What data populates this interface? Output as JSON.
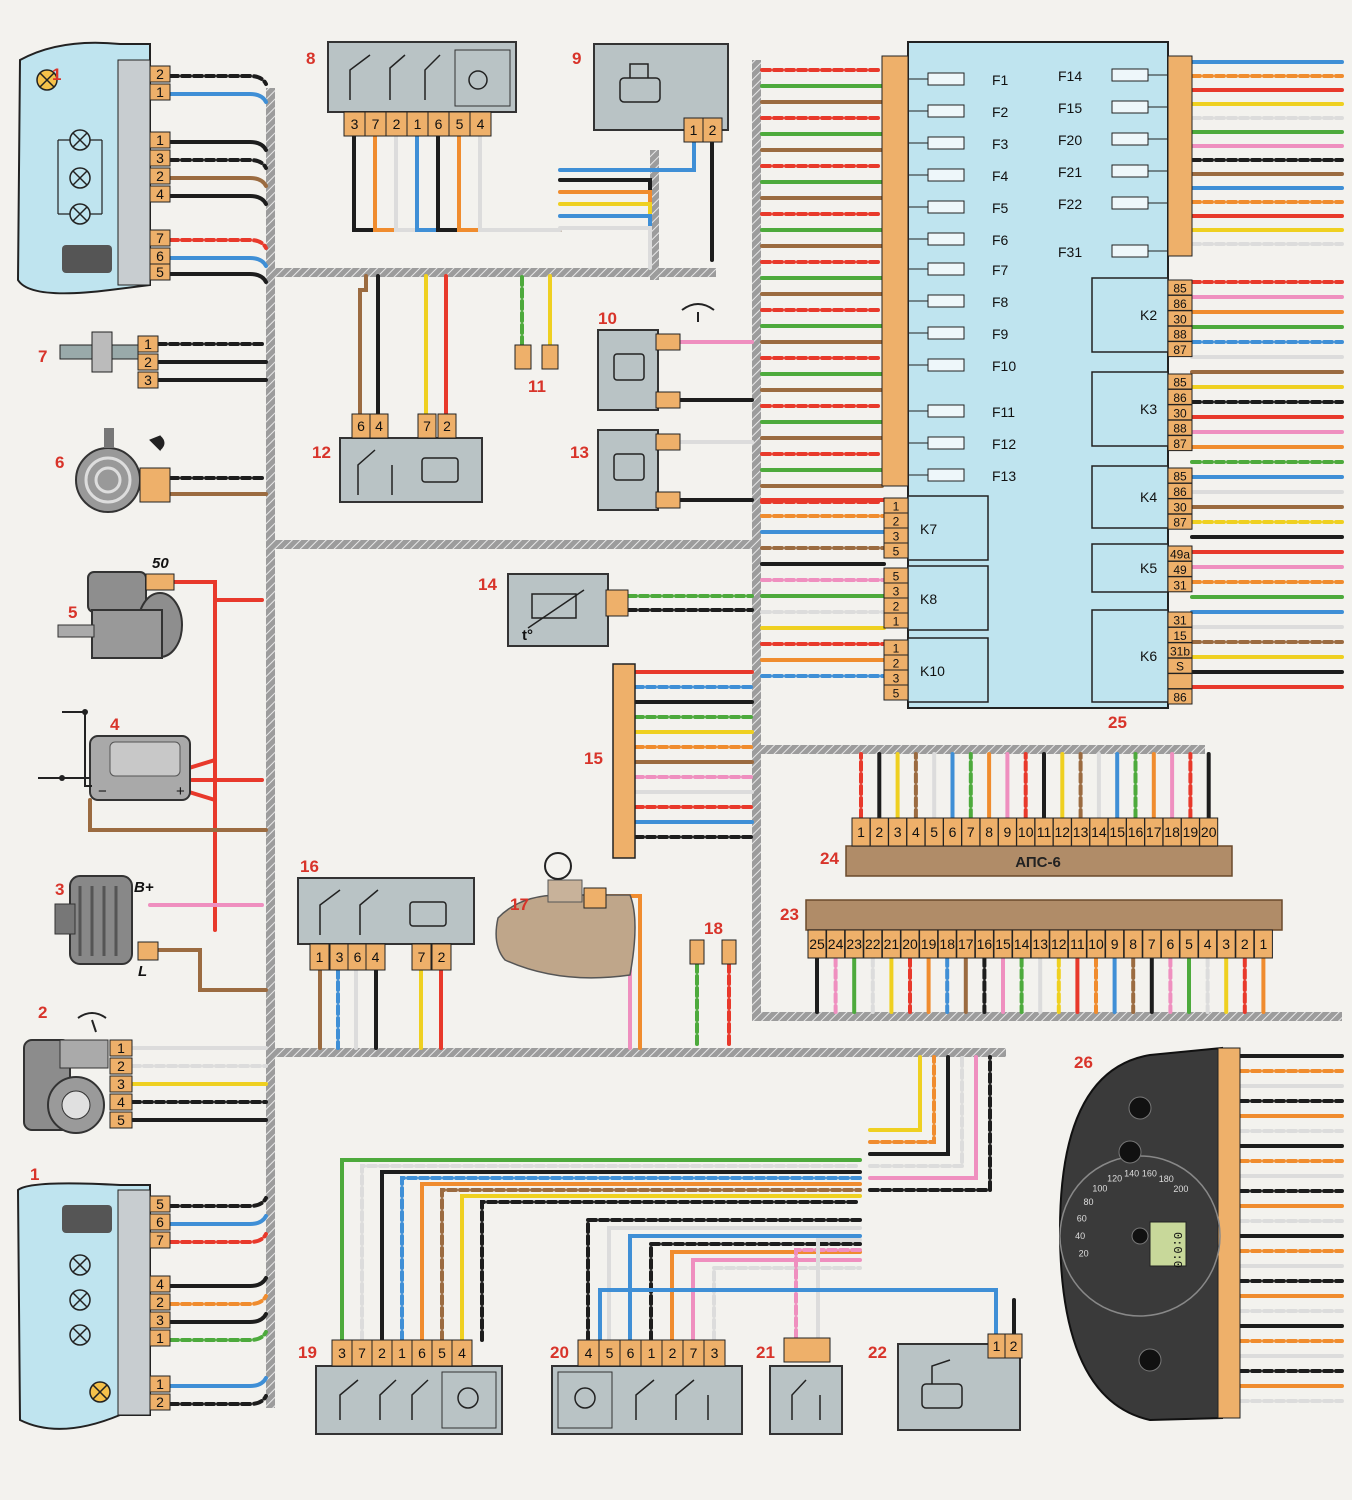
{
  "colors": {
    "panel_blue": "#bfe4ef",
    "module_gray": "#b9c3c5",
    "pin_orange": "#eeb06a",
    "connector_brown": "#c09a74",
    "harness_gray": "#8a8a8a",
    "label_red": "#d8342a",
    "wire_red": "#e8392b",
    "wire_blue": "#3f8fd6",
    "wire_black": "#1d1d1d",
    "wire_green": "#4daa3c",
    "wire_yellow": "#efd020",
    "wire_orange": "#f08c2e",
    "wire_brown": "#9b6b40",
    "wire_pink": "#ef8fbf",
    "wire_white": "#dcdcdc"
  },
  "components": {
    "headlamp_left_top": {
      "num": "1",
      "pins": [
        "2",
        "1",
        "1",
        "3",
        "2",
        "4",
        "7",
        "6",
        "5"
      ]
    },
    "sensor_7": {
      "num": "7",
      "pins": [
        "1",
        "2",
        "3"
      ]
    },
    "horn_6": {
      "num": "6"
    },
    "starter_5": {
      "num": "5",
      "terminal": "50"
    },
    "battery_4": {
      "num": "4",
      "minus": "−",
      "plus": "+"
    },
    "generator_3": {
      "num": "3",
      "terminal_b": "B+",
      "terminal_l": "L"
    },
    "wiper_motor_2": {
      "num": "2",
      "pins": [
        "1",
        "2",
        "3",
        "4",
        "5"
      ]
    },
    "headlamp_left_bottom": {
      "num": "1",
      "pins": [
        "5",
        "6",
        "7",
        "4",
        "2",
        "3",
        "1",
        "1",
        "2"
      ]
    },
    "switch_8": {
      "num": "8",
      "pins": [
        "3",
        "7",
        "2",
        "1",
        "6",
        "5",
        "4"
      ]
    },
    "motor_9": {
      "num": "9",
      "pins": [
        "1",
        "2"
      ]
    },
    "washer_10": {
      "num": "10"
    },
    "sensor_11": {
      "num": "11"
    },
    "switch_12": {
      "num": "12",
      "pins": [
        "6",
        "4",
        "7",
        "2"
      ]
    },
    "washer_13": {
      "num": "13"
    },
    "temp_sensor_14": {
      "num": "14",
      "symbol": "t°"
    },
    "connector_15": {
      "num": "15"
    },
    "switch_16": {
      "num": "16",
      "pins": [
        "1",
        "3",
        "6",
        "4",
        "7",
        "2"
      ]
    },
    "brake_fluid_17": {
      "num": "17"
    },
    "sensor_18": {
      "num": "18"
    },
    "switch_19": {
      "num": "19",
      "pins": [
        "3",
        "7",
        "2",
        "1",
        "6",
        "5",
        "4"
      ]
    },
    "switch_20": {
      "num": "20",
      "pins": [
        "4",
        "5",
        "6",
        "1",
        "2",
        "7",
        "3"
      ]
    },
    "switch_21": {
      "num": "21"
    },
    "motor_22": {
      "num": "22",
      "pins": [
        "1",
        "2"
      ]
    },
    "connector_23": {
      "num": "23",
      "pins": [
        "25",
        "24",
        "23",
        "22",
        "21",
        "20",
        "19",
        "18",
        "17",
        "16",
        "15",
        "14",
        "13",
        "12",
        "11",
        "10",
        "9",
        "8",
        "7",
        "6",
        "5",
        "4",
        "3",
        "2",
        "1"
      ]
    },
    "connector_24": {
      "num": "24",
      "name": "АПС-6",
      "pins": [
        "1",
        "2",
        "3",
        "4",
        "5",
        "6",
        "7",
        "8",
        "9",
        "10",
        "11",
        "12",
        "13",
        "14",
        "15",
        "16",
        "17",
        "18",
        "19",
        "20"
      ]
    },
    "fuse_box_25": {
      "num": "25",
      "fuses_left": [
        "F1",
        "F2",
        "F3",
        "F4",
        "F5",
        "F6",
        "F7",
        "F8",
        "F9",
        "F10",
        "F11",
        "F12",
        "F13"
      ],
      "fuses_right": [
        "F14",
        "F15",
        "F20",
        "F21",
        "F22",
        "F31"
      ],
      "relays": [
        {
          "name": "K2",
          "pins": [
            "85",
            "86",
            "30",
            "88",
            "87"
          ]
        },
        {
          "name": "K3",
          "pins": [
            "85",
            "86",
            "30",
            "88",
            "87"
          ]
        },
        {
          "name": "K4",
          "pins": [
            "85",
            "86",
            "30",
            "87"
          ]
        },
        {
          "name": "K5",
          "pins": [
            "49a",
            "49",
            "31"
          ]
        },
        {
          "name": "K6",
          "pins": [
            "31",
            "15",
            "31b",
            "S",
            "",
            "86"
          ]
        }
      ],
      "relays_left": [
        {
          "name": "K7",
          "pins": [
            "1",
            "2",
            "3",
            "5"
          ]
        },
        {
          "name": "K8",
          "pins": [
            "5",
            "3",
            "2",
            "1"
          ]
        },
        {
          "name": "K10",
          "pins": [
            "1",
            "2",
            "3",
            "5"
          ]
        }
      ]
    },
    "instrument_cluster_26": {
      "num": "26",
      "speed_ticks": [
        "20",
        "40",
        "60",
        "80",
        "100",
        "120",
        "140",
        "160",
        "180",
        "200"
      ],
      "display": "0:0:0"
    }
  }
}
